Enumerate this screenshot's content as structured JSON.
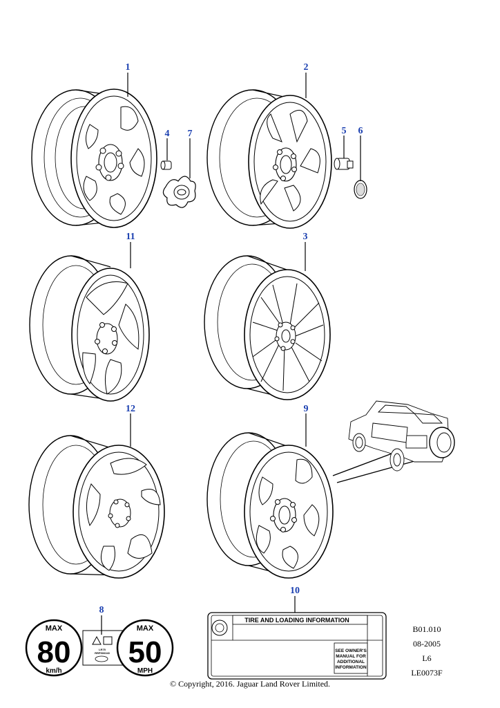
{
  "callouts": [
    "1",
    "2",
    "3",
    "4",
    "5",
    "6",
    "7",
    "8",
    "9",
    "10",
    "11",
    "12"
  ],
  "speed_label": {
    "left": {
      "max": "MAX",
      "value": "80",
      "unit": "km/h"
    },
    "right": {
      "max": "MAX",
      "value": "50",
      "unit": "MPH"
    },
    "center_codes": [
      "LR75",
      "RRP500340"
    ]
  },
  "tire_label": {
    "title": "TIRE AND LOADING INFORMATION",
    "note": [
      "SEE OWNER'S",
      "MANUAL FOR",
      "ADDITIONAL",
      "INFORMATION"
    ]
  },
  "codes": [
    "B01.010",
    "08-2005",
    "L6",
    "LE0073F"
  ],
  "copyright": "© Copyright, 2016. Jaguar Land Rover Limited."
}
